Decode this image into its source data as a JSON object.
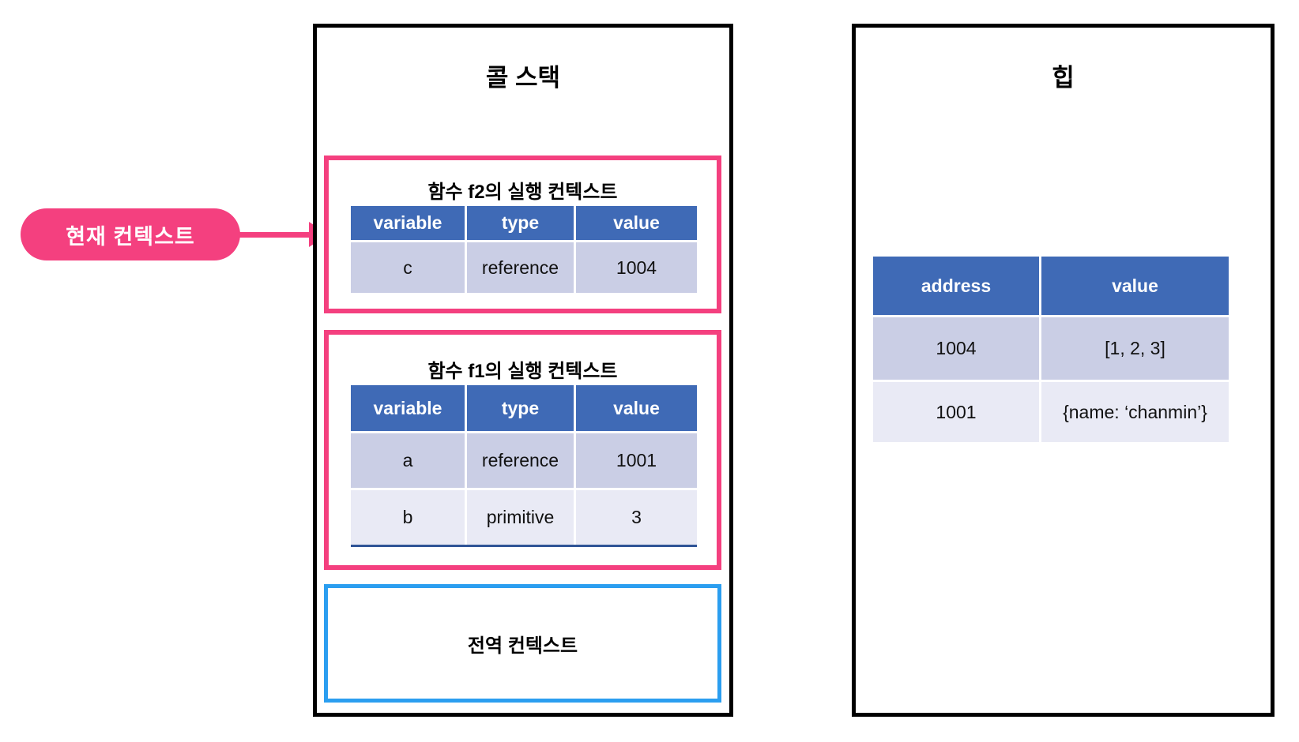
{
  "annotation": {
    "current_context": "현재 컨텍스트"
  },
  "call_stack": {
    "title": "콜 스택",
    "f2_context": {
      "title": "함수 f2의 실행 컨텍스트",
      "headers": [
        "variable",
        "type",
        "value"
      ],
      "rows": [
        [
          "c",
          "reference",
          "1004"
        ]
      ]
    },
    "f1_context": {
      "title": "함수 f1의 실행 컨텍스트",
      "headers": [
        "variable",
        "type",
        "value"
      ],
      "rows": [
        [
          "a",
          "reference",
          "1001"
        ],
        [
          "b",
          "primitive",
          "3"
        ]
      ]
    },
    "global_context": {
      "title": "전역 컨텍스트"
    }
  },
  "heap": {
    "title": "힙",
    "table": {
      "headers": [
        "address",
        "value"
      ],
      "rows": [
        [
          "1004",
          "[1, 2, 3]"
        ],
        [
          "1001",
          "{name: ‘chanmin’}"
        ]
      ]
    }
  },
  "colors": {
    "accent_pink": "#F4407F",
    "global_box_blue": "#2B9EF0",
    "table_header_blue": "#3F6AB6",
    "table_row_dark": "#CACEE5",
    "table_row_light": "#E9EAF5",
    "table_underline_navy": "#2F5496",
    "panel_border_black": "#000000"
  }
}
